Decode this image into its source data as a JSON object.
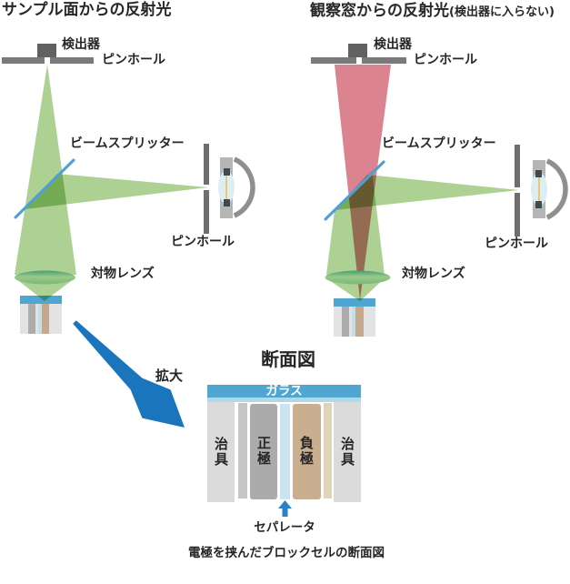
{
  "colors": {
    "beam_green": "#ADD193",
    "beam_red": "#DB8490",
    "splitter_blue": "#4F9FD7",
    "magnify_arrow_blue": "#1B75BC",
    "separator_arrow_blue": "#2C80C3",
    "glass_blue": "#4FA6D0",
    "glass_blue_light": "#B2D8E8",
    "separator_fill": "#CBE5EE",
    "cathode_fill": "#ABABAB",
    "anode_fill": "#C9AE8F",
    "jig_fill": "#DBDBDB",
    "spacer_gray_fill": "#C6C6C6",
    "spacer_tan_fill": "#DFD3BA"
  },
  "left_diagram": {
    "title": "サンプル面からの反射光",
    "detector_label": "検出器",
    "pinhole_top_label": "ピンホール",
    "beam_splitter_label": "ビームスプリッター",
    "source_pinhole_label": "ピンホール",
    "objective_label": "対物レンズ"
  },
  "right_diagram": {
    "title_main": "観察窓からの反射光",
    "title_note": "(検出器に入らない)",
    "detector_label": "検出器",
    "pinhole_top_label": "ピンホール",
    "beam_splitter_label": "ビームスプリッター",
    "source_pinhole_label": "ピンホール",
    "objective_label": "対物レンズ"
  },
  "cross_section": {
    "zoom_label": "拡大",
    "title": "断面図",
    "glass_label": "ガラス",
    "jig_left_label": "治具",
    "cathode_label": "正極",
    "anode_label": "負極",
    "jig_right_label": "治具",
    "separator_label": "セパレータ",
    "caption": "電極を挟んだブロックセルの断面図"
  }
}
